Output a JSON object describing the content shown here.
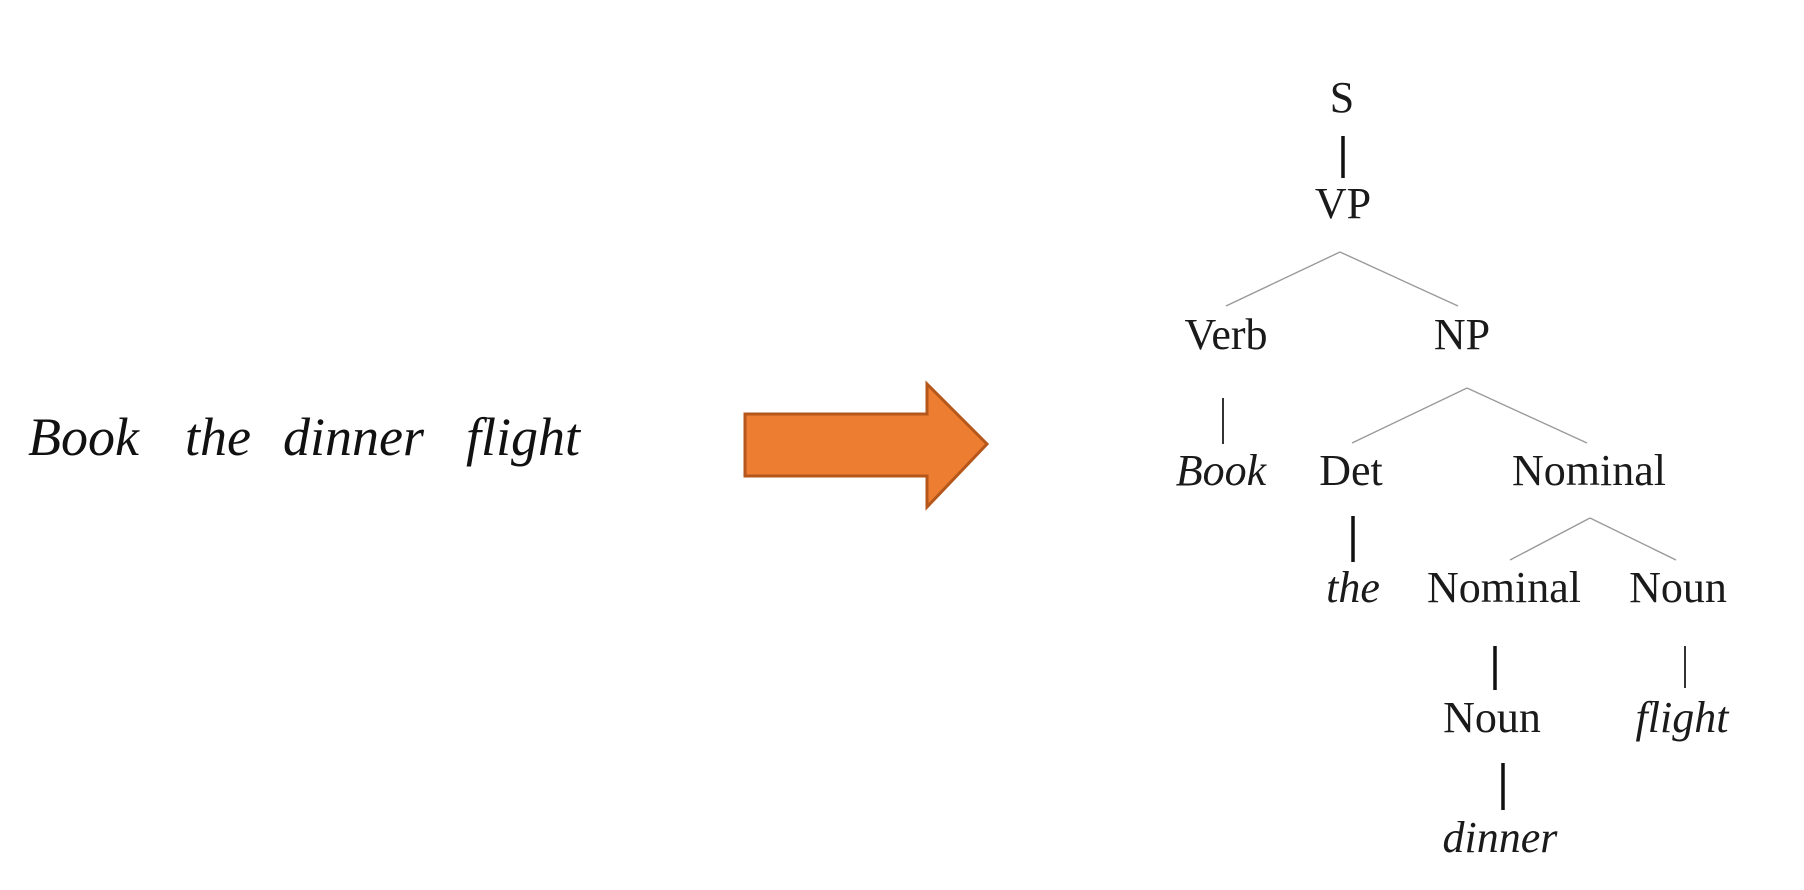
{
  "sentence": {
    "words": [
      "Book",
      "the",
      "dinner",
      "flight"
    ]
  },
  "arrow": {
    "fill": "#ED7D31",
    "stroke": "#B5561A"
  },
  "tree": {
    "nodes": {
      "s": "S",
      "vp": "VP",
      "verb": "Verb",
      "np": "NP",
      "book": "Book",
      "det": "Det",
      "nominal_top": "Nominal",
      "the": "the",
      "nominal_inner": "Nominal",
      "noun_right": "Noun",
      "noun_inner": "Noun",
      "flight": "flight",
      "dinner": "dinner"
    }
  }
}
